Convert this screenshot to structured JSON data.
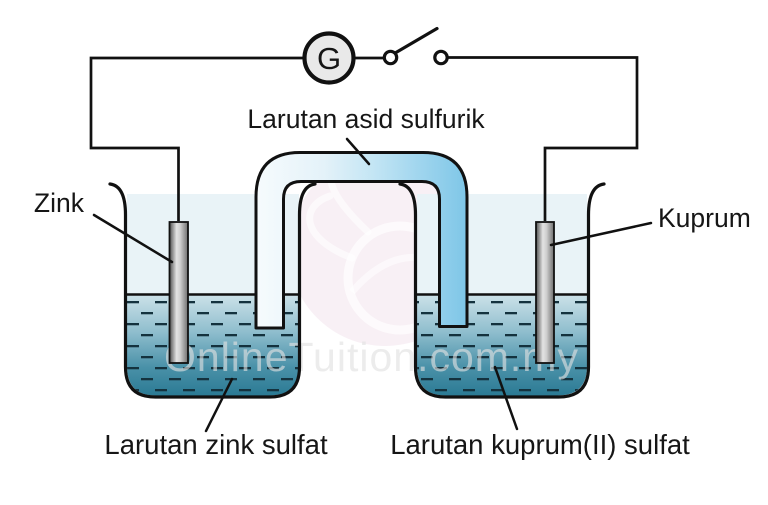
{
  "diagram": {
    "type": "electrochemical-cell",
    "galvanometer_label": "G",
    "switch_state": "open",
    "labels": {
      "salt_bridge": "Larutan asid sulfurik",
      "zinc_electrode": "Zink",
      "copper_electrode": "Kuprum",
      "zinc_solution": "Larutan zink sulfat",
      "copper_solution": "Larutan kuprum(II) sulfat"
    },
    "watermark": "OnlineTuition.com.my",
    "colors": {
      "outline": "#111111",
      "pale_interior": "#e9f3f7",
      "liquid_top": "#cde2e9",
      "liquid_bottom": "#2b7a94",
      "dash": "#14323e",
      "tube_blue": "#7ec6e7",
      "electrode_gray": "#9a9a9a",
      "meter_fill": "#e9e9e9"
    }
  }
}
